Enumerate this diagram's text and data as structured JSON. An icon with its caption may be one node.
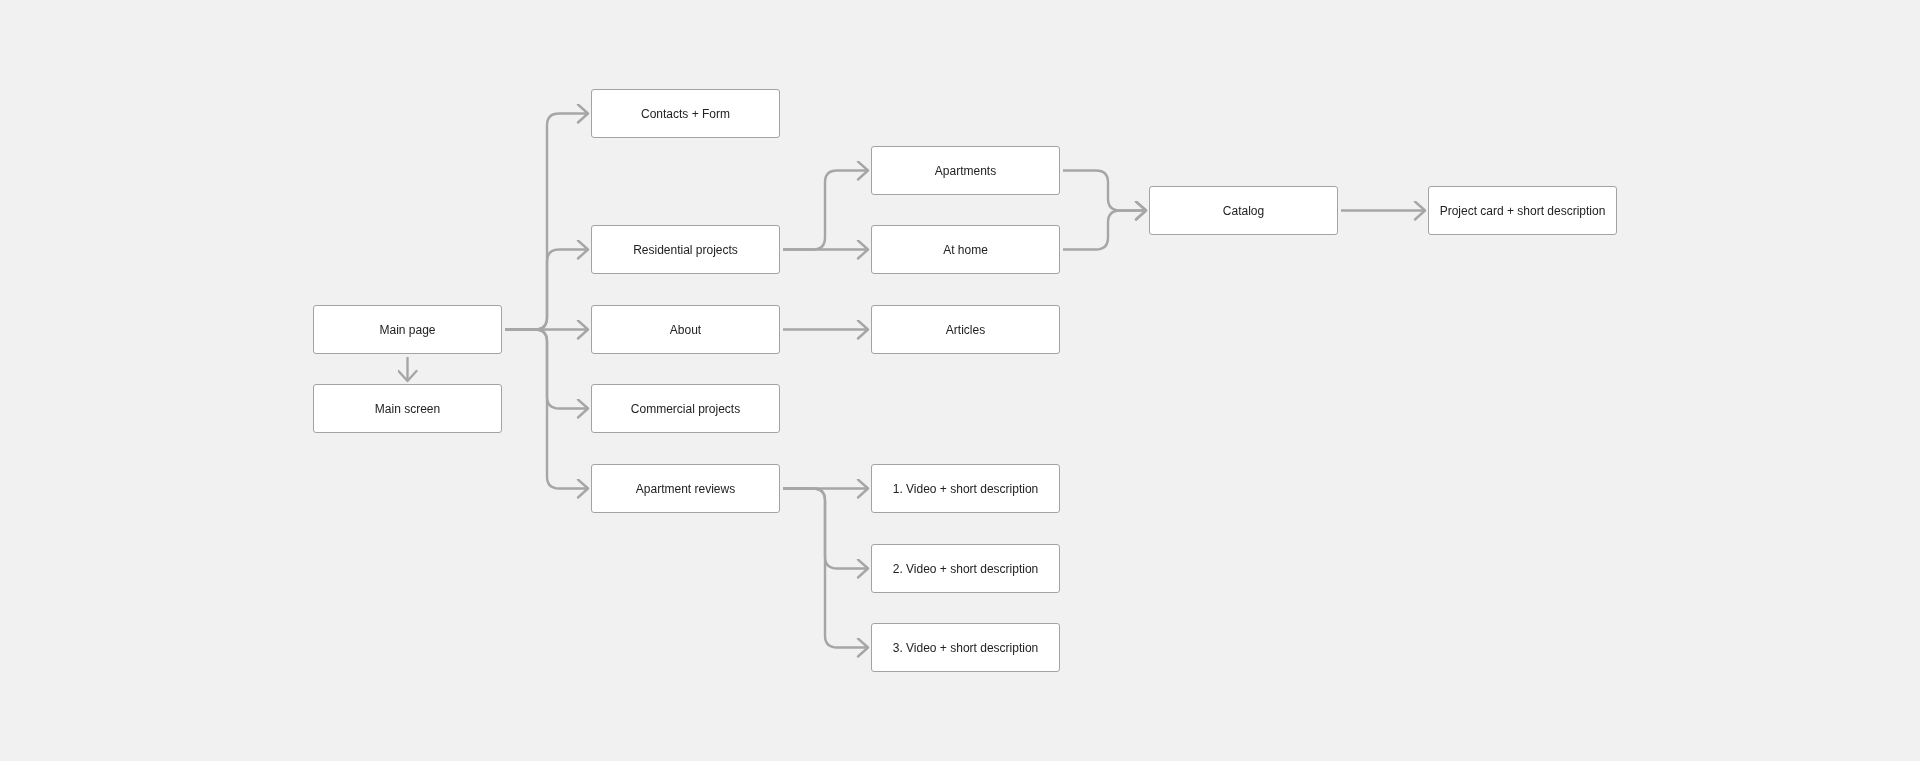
{
  "diagram": {
    "nodes": [
      {
        "text": [
          "Contacts + Form"
        ]
      },
      {
        "text": [
          "Apartments"
        ]
      },
      {
        "text": [
          "Catalog"
        ]
      },
      {
        "text": [
          "Project card + short description"
        ]
      },
      {
        "text": [
          "Residential projects"
        ]
      },
      {
        "text": [
          "At home"
        ]
      },
      {
        "text": [
          "Main page"
        ]
      },
      {
        "text": [
          "About"
        ]
      },
      {
        "text": [
          "Articles"
        ]
      },
      {
        "text": [
          "Main screen"
        ]
      },
      {
        "text": [
          "Commercial projects"
        ]
      },
      {
        "text": [
          "Apartment reviews"
        ]
      },
      {
        "text": [
          "1. Video + short description"
        ]
      },
      {
        "text": [
          "2. Video + short description"
        ]
      },
      {
        "text": [
          "3. Video + short description"
        ]
      }
    ],
    "edges": [
      {
        "from": 6,
        "to": 9,
        "arrow": "to"
      },
      {
        "from": 6,
        "to": 0,
        "arrow": "to"
      },
      {
        "from": 6,
        "to": 4,
        "arrow": "to"
      },
      {
        "from": 6,
        "to": 7,
        "arrow": "to"
      },
      {
        "from": 6,
        "to": 10,
        "arrow": "to"
      },
      {
        "from": 6,
        "to": 11,
        "arrow": "to"
      },
      {
        "from": 4,
        "to": 1,
        "arrow": "to"
      },
      {
        "from": 4,
        "to": 5,
        "arrow": "to"
      },
      {
        "from": 1,
        "to": 2,
        "arrow": "to"
      },
      {
        "from": 5,
        "to": 2,
        "arrow": "to"
      },
      {
        "from": 2,
        "to": 3,
        "arrow": "to"
      },
      {
        "from": 7,
        "to": 8,
        "arrow": "to"
      },
      {
        "from": 11,
        "to": 12,
        "arrow": "to"
      },
      {
        "from": 11,
        "to": 13,
        "arrow": "to"
      },
      {
        "from": 11,
        "to": 14,
        "arrow": "to"
      }
    ]
  }
}
